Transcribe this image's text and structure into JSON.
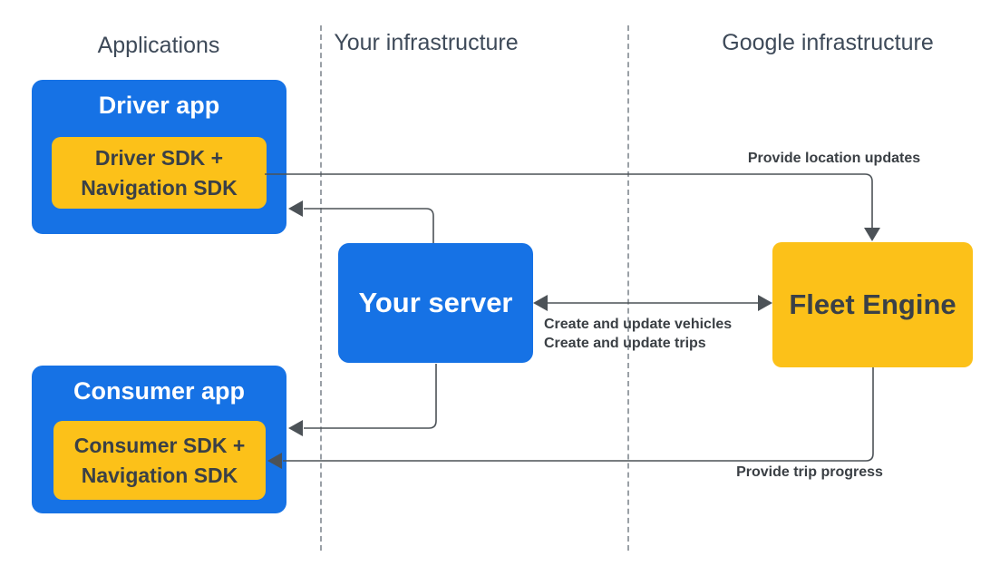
{
  "columns": {
    "applications": "Applications",
    "your_infrastructure": "Your infrastructure",
    "google_infrastructure": "Google infrastructure"
  },
  "nodes": {
    "driver_app": {
      "label": "Driver app"
    },
    "driver_sdk": {
      "line1": "Driver SDK +",
      "line2": "Navigation SDK"
    },
    "consumer_app": {
      "label": "Consumer app"
    },
    "consumer_sdk": {
      "line1": "Consumer SDK +",
      "line2": "Navigation SDK"
    },
    "your_server": {
      "label": "Your server"
    },
    "fleet_engine": {
      "label": "Fleet Engine"
    }
  },
  "edge_labels": {
    "provide_location_updates": "Provide location updates",
    "create_update_vehicles": "Create and update vehicles",
    "create_update_trips": "Create and update trips",
    "provide_trip_progress": "Provide trip progress"
  },
  "colors": {
    "blue": "#1672e5",
    "yellow": "#fcc119",
    "dark_text": "#3a4047",
    "header_text": "#3e4a59",
    "line": "#4c5257",
    "divider": "#9aa0a6"
  }
}
